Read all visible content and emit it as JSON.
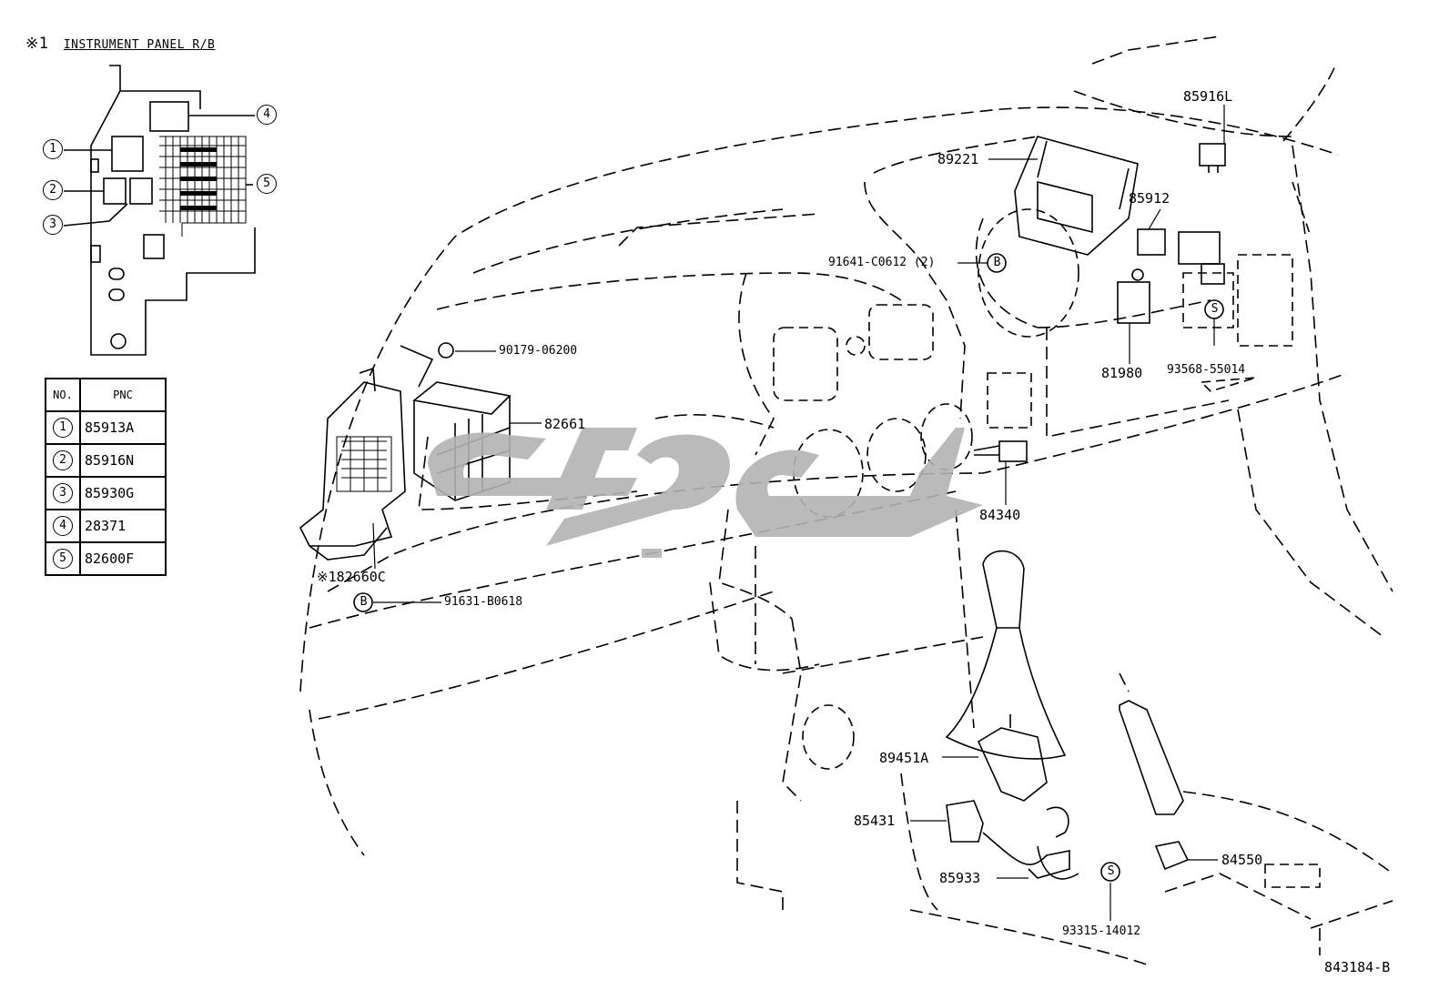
{
  "inset": {
    "marker": "※1",
    "title": "INSTRUMENT PANEL R/B",
    "callouts": [
      "1",
      "2",
      "3",
      "4",
      "5"
    ]
  },
  "table": {
    "headers": [
      "NO.",
      "PNC"
    ],
    "rows": [
      {
        "no": "1",
        "pnc": "85913A"
      },
      {
        "no": "2",
        "pnc": "85916N"
      },
      {
        "no": "3",
        "pnc": "85930G"
      },
      {
        "no": "4",
        "pnc": "28371"
      },
      {
        "no": "5",
        "pnc": "82600F"
      }
    ]
  },
  "labels": {
    "p90179": "90179-06200",
    "p82661": "82661",
    "p82660c_marker": "※1",
    "p82660c": "82660C",
    "p91631": "91631-B0618",
    "p89221": "89221",
    "p91641": "91641-C0612 (2)",
    "p85916l": "85916L",
    "p85912": "85912",
    "p81980": "81980",
    "p93568": "93568-55014",
    "p84340": "84340",
    "p89451a": "89451A",
    "p85431": "85431",
    "p85933": "85933",
    "p84550": "84550",
    "p93315": "93315-14012",
    "ref": "843184-B"
  },
  "symbols": {
    "bolt_b": "B",
    "screw_s": "S"
  },
  "colors": {
    "line": "#000000",
    "watermark": "#b3b3b3",
    "background": "#ffffff"
  }
}
